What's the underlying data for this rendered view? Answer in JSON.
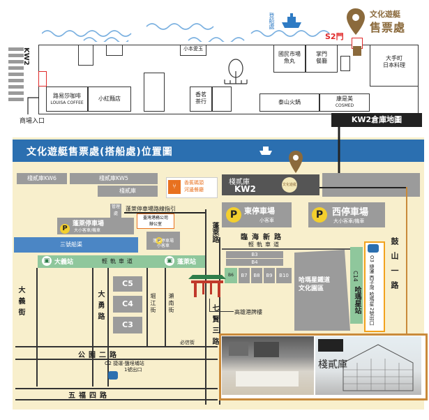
{
  "top_map": {
    "pier_label": "登船處",
    "gate_label": "S2門",
    "ticket_title_1": "文化遊艇",
    "ticket_title_2": "售票處",
    "side_label": "KW2",
    "entrance_label": "商場入口",
    "shops": {
      "small_sun": "小本愛玉",
      "citizen_market_1": "國民市場",
      "citizen_market_2": "魚丸",
      "palm_1": "掌門",
      "palm_2": "餐廳",
      "daitemachi_1": "大手町",
      "daitemachi_2": "日本料理",
      "louisa_1": "路易莎咖啡",
      "louisa_2": "LOUISA COFFEE",
      "red_noodle": "小紅麵店",
      "tea_1": "香茗",
      "tea_2": "茶行",
      "taishan": "泰山火鍋",
      "cosmed_1": "康是美",
      "cosmed_2": "COSMED"
    },
    "map_caption": "KW2倉庫地圖"
  },
  "bottom_map": {
    "title": "文化遊艇售票處(搭船處)位置圖",
    "kw6": "棧貳庫KW6",
    "kw5": "棧貳庫KW5",
    "kw_small": "棧貳庫",
    "restaurant_1": "香蕉碼頭",
    "restaurant_2": "河邊餐廳",
    "kw2_line1": "棧貳庫",
    "kw2_line2": "KW2",
    "kw2_badge": "文化遊艇",
    "port_office": "管理處",
    "parking_guide": "蓬萊停車場路線指引",
    "harbor_company_1": "臺灣港務公司",
    "harbor_company_2": "辦公室",
    "penglai_parking_1": "蓬萊停車場",
    "penglai_parking_2": "大小客車/機車",
    "penglai_parking_small_1": "蓬萊停車場",
    "penglai_parking_small_2": "小客車",
    "east_parking_1": "東停車場",
    "east_parking_2": "小客車",
    "west_parking_1": "西停車場",
    "west_parking_2": "大小客車/機車",
    "canal": "三號船渠",
    "penglai_road": "蓬萊路",
    "linhai_road": "臨海新路",
    "light_rail_road": "輕軌車道",
    "dayi_station": "大義站",
    "penglai_station": "蓬萊站",
    "harmony_station": "哈瑪星站",
    "harmony_park_1": "哈瑪星鐵道",
    "harmony_park_2": "文化園區",
    "gushan_road": "鼓山一路",
    "c14": "C14",
    "o3_label": "O3 捷運 西子灣 哈瑪星 2號出口",
    "o2_label_1": "O2 捷運-鹽埕埔站",
    "o2_label_2": "1號出口",
    "dayi_street": "大義街",
    "dayong_road": "大勇路",
    "jiangjiang_street": "堀江街",
    "binan_street": "瀨南街",
    "qixian_road": "七賢三路",
    "bisheng_street": "必信街",
    "gongyuan_road": "公園二路",
    "wufu_road": "五福四路",
    "c5": "C5",
    "c4": "C4",
    "c3": "C3",
    "b3": "B3",
    "b4": "B4",
    "b7": "B7",
    "b8": "B8",
    "b9": "B9",
    "b10": "B10",
    "b6": "B6",
    "landmark": "高雄港牌樓"
  },
  "colors": {
    "accent_brown": "#8b6a3c",
    "accent_red": "#e02828",
    "accent_orange": "#c98a3a",
    "map_yellow": "#f8efcc",
    "title_blue": "#2b6fb0",
    "water_blue": "#4b86c5",
    "park_green": "#8fc79c",
    "grey_block": "#9b9b9b"
  }
}
